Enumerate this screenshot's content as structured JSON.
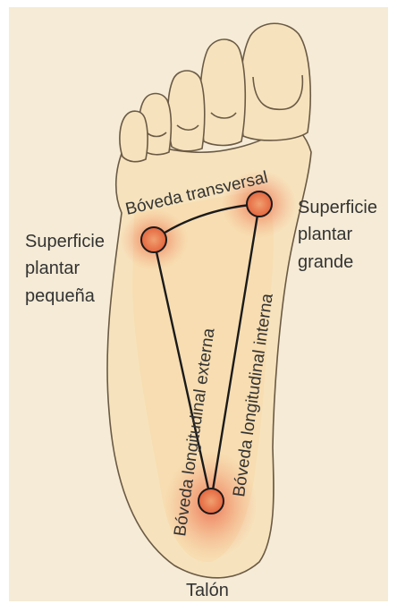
{
  "colors": {
    "background": "#f5ebd6",
    "foot_fill": "#f6e3bd",
    "foot_outline": "#6b5a45",
    "arch_fill": "#f8d8a8",
    "pressure_glow": "#e8553a",
    "contact_point": "#e8704f",
    "line": "#1a1a1a",
    "text": "#333333"
  },
  "labels": {
    "transverse_arch": "Bóveda transversal",
    "large_plantar": [
      "Superficie",
      "plantar",
      "grande"
    ],
    "small_plantar": [
      "Superficie",
      "plantar",
      "pequeña"
    ],
    "external_arch": "Bóveda longitudinal externa",
    "internal_arch": "Bóveda longitudinal interna",
    "heel": "Talón"
  }
}
